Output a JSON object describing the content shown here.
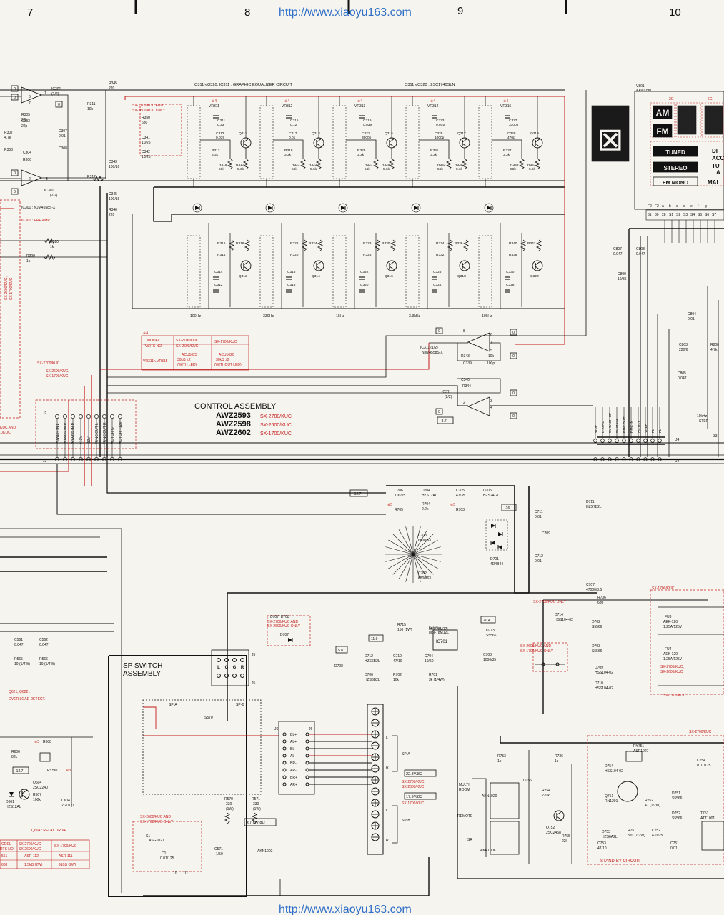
{
  "wire_color": "#111111",
  "accent_color": "#c41a1a",
  "web_color": "#2f6fc8",
  "header": {
    "cols": [
      "7",
      "8",
      "9",
      "10"
    ],
    "url": "http://www.xiaoyu163.com"
  },
  "footer": {
    "url": "http://www.xiaoyu163.com"
  },
  "eq": {
    "title": "Q311∿Q320, IC311 : GRAPHIC EQUALIZER CIRCUIT",
    "transistor_note": "Q311∿Q320 : 2SC1740SLN",
    "variant_note": [
      "SX-2700/KUC AND",
      "SX-2600/KUC ONLY"
    ],
    "bands": [
      {
        "vr": "VR311",
        "freq": "100Hz",
        "c1": "C311",
        "c1v": "0.33",
        "c2": "C313",
        "c2v": "0.039",
        "r1": "R313",
        "r1v": "3.3k",
        "r2": "R315",
        "r2v": "56k",
        "r3": "R317",
        "r3v": "5.6k",
        "q": "Q311",
        "qb": "Q312",
        "ra": "R316",
        "rb": "R318",
        "rc": "R314",
        "ca": "C314",
        "cb": "C312"
      },
      {
        "vr": "VR312",
        "freq": "330Hz",
        "c1": "C315",
        "c1v": "0.12",
        "c2": "C317",
        "c2v": "0.01",
        "r1": "R319",
        "r1v": "3.3k",
        "r2": "R321",
        "r2v": "56k",
        "r3": "R323",
        "r3v": "5.6k",
        "q": "Q313",
        "qb": "Q314",
        "ra": "R322",
        "rb": "R324",
        "rc": "R320",
        "ca": "C318",
        "cb": "C316"
      },
      {
        "vr": "VR313",
        "freq": "1kHz",
        "c1": "C319",
        "c1v": "0.039",
        "c2": "C321",
        "c2v": "3900p",
        "r1": "R325",
        "r1v": "3.3k",
        "r2": "R327",
        "r2v": "56k",
        "r3": "R329",
        "r3v": "5.6k",
        "q": "Q315",
        "qb": "Q316",
        "ra": "R328",
        "rb": "R330",
        "rc": "R326",
        "ca": "C322",
        "cb": "C320"
      },
      {
        "vr": "VR314",
        "freq": "3.3kHz",
        "c1": "C323",
        "c1v": "0.015",
        "c2": "C325",
        "c2v": "1000p",
        "r1": "R331",
        "r1v": "3.3k",
        "r2": "R333",
        "r2v": "56k",
        "r3": "R335",
        "r3v": "5.6k",
        "q": "Q317",
        "qb": "Q318",
        "ra": "R334",
        "rb": "R336",
        "rc": "R332",
        "ca": "C326",
        "cb": "C324"
      },
      {
        "vr": "VR315",
        "freq": "10kHz",
        "c1": "C327",
        "c1v": "3300p",
        "c2": "C329",
        "c2v": "470p",
        "r1": "R337",
        "r1v": "3.3k",
        "r2": "R339",
        "r2v": "56k",
        "r3": "R341",
        "r3v": "5.6k",
        "q": "Q319",
        "qb": "Q320",
        "ra": "R340",
        "rb": "R342",
        "rc": "R338",
        "ca": "C330",
        "cb": "C328"
      }
    ],
    "mark": "※4"
  },
  "preamp": {
    "ic301a": "IC301",
    "ic301a_sub": "(1/2)",
    "ic301b": "IC301",
    "ic301b_sub": "(2/2)",
    "ic_part": "IC301 : NJM4558S-X",
    "pre_amp_note": "IC301 : PRE AMP",
    "parts": [
      {
        "n": "R345",
        "v": "220"
      },
      {
        "n": "R311",
        "v": "10k"
      },
      {
        "n": "R305",
        "v": "27k"
      },
      {
        "n": "C303",
        "v": "22p"
      },
      {
        "n": "C307",
        "v": "0.01"
      },
      {
        "n": "R307",
        "v": "4.7k"
      },
      {
        "n": "R308",
        "v": ""
      },
      {
        "n": "C304",
        "v": ""
      },
      {
        "n": "R306",
        "v": ""
      },
      {
        "n": "C308",
        "v": ""
      },
      {
        "n": "R312",
        "v": ""
      },
      {
        "n": "R346",
        "v": "220"
      },
      {
        "n": "R310",
        "v": "1k"
      },
      {
        "n": "R309",
        "v": "1k"
      },
      {
        "n": "R350",
        "v": "680"
      },
      {
        "n": "C341",
        "v": "10/25"
      },
      {
        "n": "C342",
        "v": "10/25"
      },
      {
        "n": "C343",
        "v": "100/16"
      },
      {
        "n": "C345",
        "v": "100/16"
      }
    ],
    "pins": [
      "6",
      "7",
      "5",
      "1",
      "2",
      "3",
      "8",
      "4",
      "0",
      "0",
      "0",
      "0"
    ]
  },
  "vr_table": {
    "mark": "※4",
    "h_model": "MODEL",
    "h_parts": "PARTS NO.",
    "c1_h": [
      "SX-2700/KUC",
      "SX-2600/KUC"
    ],
    "c2_h": "SX-1700/KUC",
    "row": "VR311∿VR315",
    "c1_v": [
      "ACU1023",
      "30kΩ ±2",
      "(WITH LED)"
    ],
    "c2_v": [
      "ACU1020",
      "30kΩ ±2",
      "(WITHOUT LED)"
    ]
  },
  "ic311": {
    "a": "IC311 (1/2)",
    "a_part": "NJM4558S-X",
    "b": "IC311",
    "b_sub": "(2/2)",
    "r343": "R343",
    "r343v": "10k",
    "c339": "C339",
    "c339v": "100p",
    "c340": "C340",
    "r344": "R344",
    "v": "-8.7",
    "pins": [
      "8",
      "6",
      "7",
      "5",
      "0",
      "0",
      "1",
      "2",
      "3",
      "4",
      "0",
      "0"
    ]
  },
  "control": {
    "title": "CONTROL ASSEMBLY",
    "models": [
      {
        "n": "AWZ2593",
        "v": "SX-2700/KUC"
      },
      {
        "n": "AWZ2598",
        "v": "SX-2600/KUC"
      },
      {
        "n": "AWZ2602",
        "v": "SX-1700/KUC"
      }
    ],
    "j2_labels": [
      "POWER IN L",
      "POWER IN R",
      "POWER IN R",
      "+12V",
      "-12V",
      "FUNC OUT L",
      "FUNC OUT R",
      "MOTOR G",
      "MOTOR +12V"
    ],
    "j2": "J2",
    "j4_labels": [
      "WUP",
      "D. GND",
      "5V BACK UP",
      "5V MAIN",
      "RMC OUT",
      "RMC IN",
      "AC RLY",
      "VREF",
      "FL",
      "FL"
    ],
    "j4": "J4",
    "left_notes": [
      "SX-2700/KUC",
      "SX-2600/KUC,",
      "SX-1700/KUC"
    ],
    "side_notes": [
      "SX-2600/KUC,",
      "SX-1700/KUC"
    ],
    "edge_note": [
      "KUC AND",
      "1/KUC"
    ]
  },
  "display": {
    "v801": "V801",
    "v801p": "AAV1090",
    "g2": "2G",
    "g6": "6G",
    "am": "AM",
    "fm": "FM",
    "tuned": "TUNED",
    "stereo": "STEREO",
    "fm_mono": "FM MONO",
    "cut": [
      "DI",
      "ACC",
      "TU",
      "A",
      "MAI"
    ],
    "pins_top": [
      "F2",
      "F2",
      "a",
      "b",
      "c",
      "d",
      "e",
      "f",
      "g"
    ],
    "pins_bot": [
      "31",
      "30",
      "28",
      "S1",
      "S2",
      "S3",
      "S4",
      "S5",
      "S6",
      "S7"
    ],
    "parts": [
      {
        "n": "C807",
        "v": "0.047"
      },
      {
        "n": "C808",
        "v": "0.047"
      },
      {
        "n": "C809",
        "v": "10/35"
      },
      {
        "n": "C804",
        "v": "0.01"
      },
      {
        "n": "C803",
        "v": "220/6"
      },
      {
        "n": "C805",
        "v": "0.047"
      },
      {
        "n": "R808",
        "v": "4.7k"
      }
    ],
    "step": [
      "10kHz",
      "STEP"
    ],
    "pin33": "33"
  },
  "power": {
    "parts": [
      {
        "n": "C706",
        "v": "100/25"
      },
      {
        "n": "D704",
        "v": "HZS12AL"
      },
      {
        "n": "C705",
        "v": "47/35"
      },
      {
        "n": "D705",
        "v": "HZS24-2L"
      },
      {
        "n": "R705",
        "v": ""
      },
      {
        "n": "R704",
        "v": "2.2k"
      },
      {
        "n": "R703",
        "v": ""
      },
      {
        "n": "D711",
        "v": "HZS7B2L"
      },
      {
        "n": "C711",
        "v": "0.01"
      },
      {
        "n": "C709",
        "v": ""
      },
      {
        "n": "C712",
        "v": "0.01"
      },
      {
        "n": "D701",
        "v": "4D4B44"
      },
      {
        "n": "C708",
        "v": "6800/63"
      },
      {
        "n": "C702",
        "v": "6800/63"
      },
      {
        "n": "C707",
        "v": "47000/3.5"
      },
      {
        "n": "R706",
        "v": "680"
      },
      {
        "n": "R715",
        "v": "150 (1W)"
      },
      {
        "n": "IC701",
        "v": "M5F78M12L"
      },
      {
        "n": "D713",
        "v": "S5566"
      },
      {
        "n": "C703",
        "v": "1000/35"
      },
      {
        "n": "D712",
        "v": "HZS6B2L"
      },
      {
        "n": "C710",
        "v": "47/10"
      },
      {
        "n": "C704",
        "v": "10/50"
      },
      {
        "n": "D706",
        "v": "HZS6B2L"
      },
      {
        "n": "R702",
        "v": "10k"
      },
      {
        "n": "R701",
        "v": "3k (1/4W)"
      },
      {
        "n": "D708",
        "v": ""
      },
      {
        "n": "D702",
        "v": "S5566"
      },
      {
        "n": "D703",
        "v": "S5566"
      },
      {
        "n": "D714",
        "v": "HSS104-02"
      },
      {
        "n": "D709",
        "v": "HSS104-02"
      },
      {
        "n": "D710",
        "v": "HSS104-02"
      }
    ],
    "volts": [
      "-12.7",
      "-26",
      "11.9",
      "5.8",
      "20.4"
    ],
    "mark": "※5",
    "d707": "D707",
    "d707_note": [
      "D707, D708",
      "SX-2700/KUC AND",
      "SX-2600/KUC ONLY"
    ],
    "sx2700_only": "SX-2700/KUC ONLY",
    "sx2600_and": [
      "SX-2600/KUC AND",
      "SX-1700/KUC ONLY"
    ]
  },
  "fuse": {
    "note_top": "SX-1700/KUC",
    "fu3": "FU3",
    "fu3a": "AEK-120",
    "fu3b": "1.25A/125V",
    "fu4": "FU4",
    "fu4a": "AEK-120",
    "fu4b": "1.25A/125V",
    "note_mid": [
      "SX-2700/KUC,",
      "SX-2600/KUC"
    ],
    "note_bot": "SX-1700/KUC"
  },
  "relay": {
    "parts": [
      {
        "n": "C561",
        "v": "0.047"
      },
      {
        "n": "C562",
        "v": "0.047"
      },
      {
        "n": "R565",
        "v": "10 (1/4W)"
      },
      {
        "n": "R566",
        "v": "10 (1/4W)"
      },
      {
        "n": "R606",
        "v": "82k"
      },
      {
        "n": "R608",
        "v": ""
      },
      {
        "n": "Q604",
        "v": "2SC2240"
      },
      {
        "n": "R607",
        "v": "100k"
      },
      {
        "n": "C604",
        "v": "2.2/100"
      },
      {
        "n": "D601",
        "v": "HZS12AL"
      }
    ],
    "ry561": "RY561",
    "mark3": "※3",
    "v": "-12.7",
    "q621": [
      "Q621, Q622 :",
      "OVER LOAD DETECT."
    ],
    "q604": "Q604 : RELAY DRIVE",
    "table": {
      "h1": "MODEL",
      "h2": "PARTS NO.",
      "c1_h": [
        "SX-2700/KUC",
        "SX-2600/KUC"
      ],
      "c2_h": "SX-1700/KUC",
      "rows": [
        {
          "a": "561",
          "b": "ASR-112",
          "c": "ASR-111"
        },
        {
          "a": "608",
          "b": "1.5kΩ (2W)",
          "c": "910Ω (2W)"
        }
      ],
      "cut_h": [
        "ODEL",
        "RTS NO."
      ]
    }
  },
  "sp": {
    "title": [
      "SP SWITCH",
      "ASSEMBLY"
    ],
    "j5": "J5",
    "j5_pins": [
      "L",
      "G",
      "G",
      "R"
    ],
    "spa": "SP-A",
    "spb": "SP-B",
    "s570": "S570",
    "j6": "J6",
    "j6_labels": [
      "BL+",
      "AL+",
      "BL-",
      "AL-",
      "BR-",
      "AR-",
      "BR+",
      "AR+"
    ],
    "r570": "R570",
    "r570v": "330",
    "r570w": "(1W)",
    "r571": "R571",
    "r571v": "330",
    "r571w": "(1W)",
    "v67": "67 mV/8Ω",
    "c571": "C571",
    "c571v": "1/50",
    "akn1002": "AKN1002",
    "s1": "S1",
    "s1p": "ASG1027",
    "c1": "C1",
    "c1v": "0.01/125",
    "note": [
      "SX-2600/KUC AND",
      "SX-1700/KUC ONLY"
    ],
    "pins": [
      "10",
      "11"
    ],
    "term_a": "SP-A",
    "term_b": "SP-B",
    "v1": "22.8V/8Ω",
    "v1_note": [
      "SX-2700/KUC,",
      "SX-2600/KUC"
    ],
    "v2": "17.9V/8Ω",
    "v2_note": "SX-1700/KUC",
    "lr": [
      "L",
      "R",
      "L",
      "R"
    ]
  },
  "standby": {
    "top_note": "SX-2700/KUC",
    "title": "STAND-BY CIRCUIT",
    "multi": [
      "MULTI",
      "ROOM"
    ],
    "remote": "REMOTE",
    "sr": "SR",
    "akn1020": "AKN1020",
    "akn1006": "AKN1006",
    "parts": [
      {
        "n": "R753",
        "v": "1k"
      },
      {
        "n": "R736",
        "v": "1k"
      },
      {
        "n": "D756",
        "v": ""
      },
      {
        "n": "R754",
        "v": "220k"
      },
      {
        "n": "Q752",
        "v": "2SC2458"
      },
      {
        "n": "R755",
        "v": "22k"
      },
      {
        "n": "D754",
        "v": "HSS104-02"
      },
      {
        "n": "RY751",
        "v": "ASR1027"
      },
      {
        "n": "Q751",
        "v": "RN1201"
      },
      {
        "n": "R752",
        "v": "47 (1/2W)"
      },
      {
        "n": "D753",
        "v": "HZS6A2L"
      },
      {
        "n": "R751",
        "v": "820 (1/2W)"
      },
      {
        "n": "C752",
        "v": "470/25"
      },
      {
        "n": "C753",
        "v": "47/10"
      },
      {
        "n": "D751",
        "v": "S5566"
      },
      {
        "n": "D752",
        "v": "S5566"
      },
      {
        "n": "C754",
        "v": "0.01/125"
      },
      {
        "n": "C751",
        "v": "0.01"
      },
      {
        "n": "T751",
        "v": "ATT1001"
      }
    ]
  }
}
